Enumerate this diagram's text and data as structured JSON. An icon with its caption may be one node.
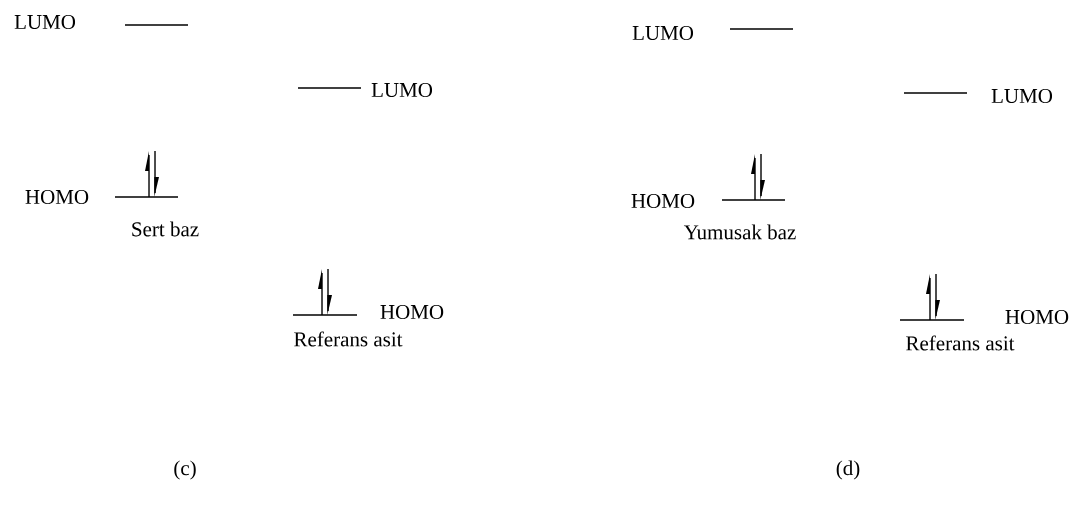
{
  "diagram": {
    "labels": [
      "LUMO",
      "LUMO",
      "LUMO",
      "LUMO",
      "HOMO",
      "HOMO",
      "Sert baz",
      "Yumusak baz",
      "HOMO",
      "HOMO",
      "Referans asit",
      "Referans asit",
      "(c)",
      "(d)"
    ]
  }
}
